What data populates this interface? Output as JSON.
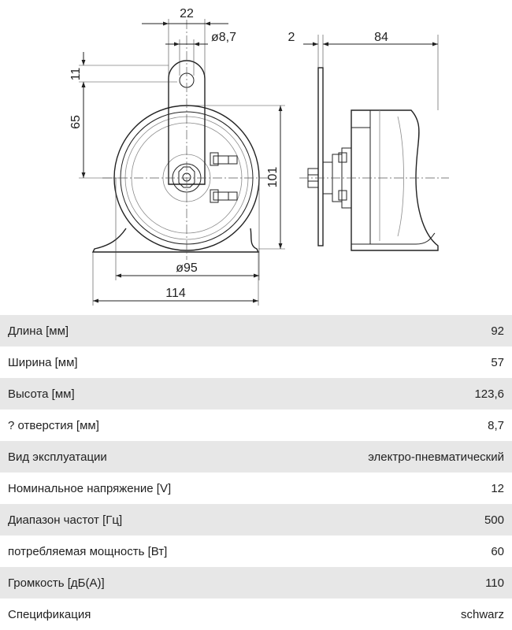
{
  "drawing": {
    "dim_22": "22",
    "dim_8_7": "ø8,7",
    "dim_2": "2",
    "dim_84": "84",
    "dim_11": "11",
    "dim_65": "65",
    "dim_101": "101",
    "dim_95": "ø95",
    "dim_114": "114"
  },
  "specs": [
    {
      "label": "Длина [мм]",
      "value": "92"
    },
    {
      "label": "Ширина [мм]",
      "value": "57"
    },
    {
      "label": "Высота [мм]",
      "value": "123,6"
    },
    {
      "label": "? отверстия [мм]",
      "value": "8,7"
    },
    {
      "label": "Вид эксплуатации",
      "value": "электро-пневматический"
    },
    {
      "label": "Номинальное напряжение [V]",
      "value": "12"
    },
    {
      "label": "Диапазон частот [Гц]",
      "value": "500"
    },
    {
      "label": "потребляемая мощность [Вт]",
      "value": "60"
    },
    {
      "label": "Громкость [дБ(А)]",
      "value": "110"
    },
    {
      "label": "Спецификация",
      "value": "schwarz"
    }
  ]
}
